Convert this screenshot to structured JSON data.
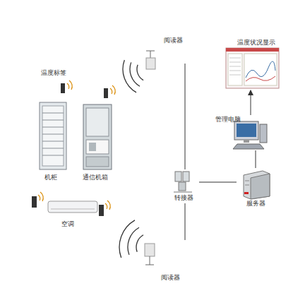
{
  "diagram": {
    "nodes": [
      {
        "text": [
          "阅读器"
        ]
      },
      {
        "text": [
          "温度状况显示"
        ]
      },
      {
        "text": [
          "管理电脑"
        ]
      },
      {
        "text": [
          "机柜"
        ]
      },
      {
        "text": [
          "通信机箱"
        ]
      },
      {
        "text": [
          "转接器"
        ]
      },
      {
        "text": [
          "服务器"
        ]
      },
      {
        "text": [
          "空调"
        ]
      },
      {
        "text": [
          "阅读器"
        ]
      }
    ],
    "edges": [
      {
        "from": 0,
        "to": 5,
        "arrow": "none"
      },
      {
        "from": 8,
        "to": 5,
        "arrow": "none"
      },
      {
        "from": 5,
        "to": 6,
        "arrow": "none"
      },
      {
        "from": 6,
        "to": 2,
        "arrow": "none"
      },
      {
        "from": 2,
        "to": 1,
        "arrow": "to"
      }
    ],
    "labels": [
      "温度标签"
    ]
  }
}
